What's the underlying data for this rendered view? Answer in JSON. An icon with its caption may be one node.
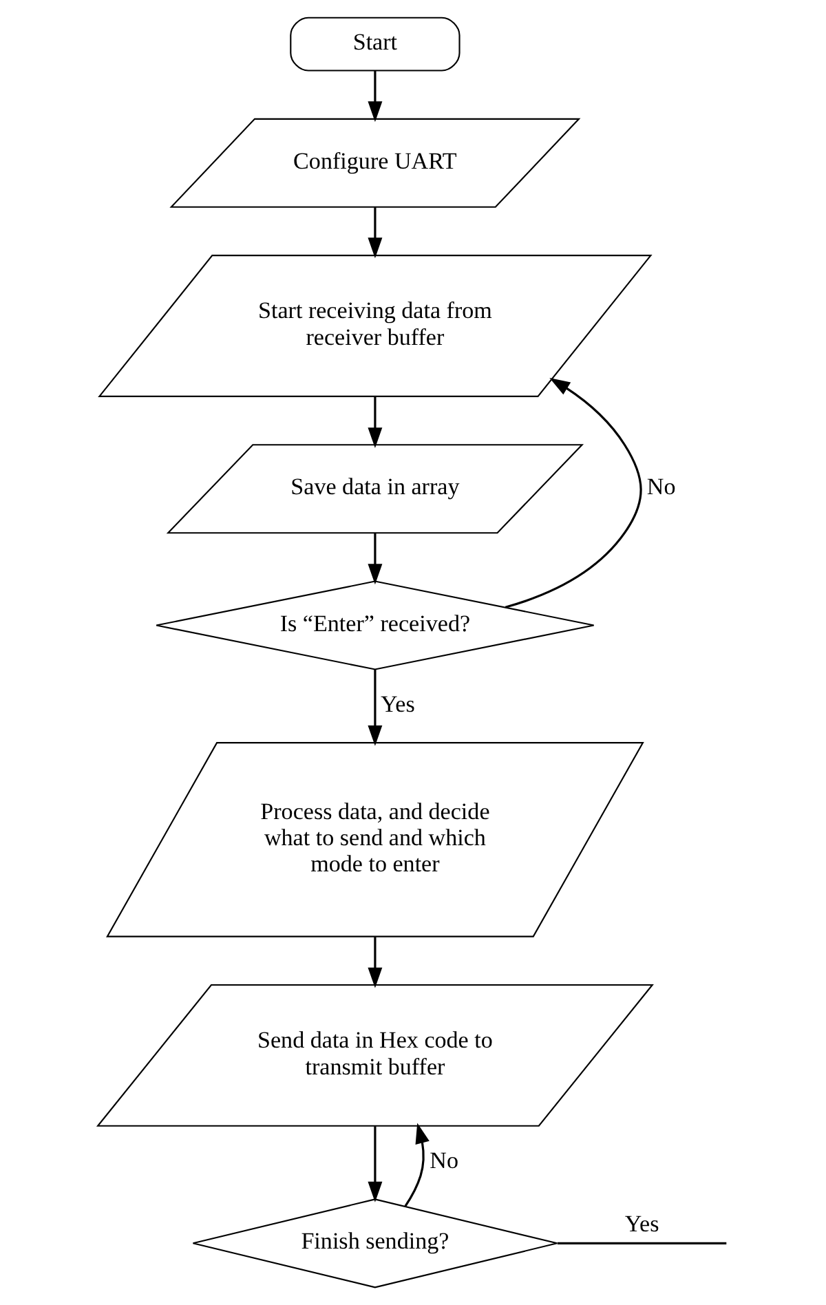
{
  "diagram": {
    "nodes": [
      {
        "text": [
          "Start"
        ]
      },
      {
        "text": [
          "Configure UART"
        ]
      },
      {
        "text": [
          "Start receiving data from receiver buffer"
        ]
      },
      {
        "text": [
          "Save data in array"
        ]
      },
      {
        "text": [
          "Is “Enter” received?"
        ]
      },
      {
        "text": [
          "Process data, and decide what to send and which mode to enter"
        ]
      },
      {
        "text": [
          "Send data in Hex code to transmit buffer"
        ]
      },
      {
        "text": [
          "Finish sending?"
        ]
      }
    ],
    "edges": [
      {
        "from": 0,
        "to": 1,
        "arrow": "to"
      },
      {
        "from": 1,
        "to": 2,
        "arrow": "to"
      },
      {
        "from": 2,
        "to": 3,
        "arrow": "to"
      },
      {
        "from": 3,
        "to": 4,
        "arrow": "to"
      },
      {
        "from": 4,
        "to": 2,
        "arrow": "to",
        "label": "No"
      },
      {
        "from": 4,
        "to": 5,
        "arrow": "to",
        "label": "Yes"
      },
      {
        "from": 5,
        "to": 6,
        "arrow": "to"
      },
      {
        "from": 6,
        "to": 7,
        "arrow": "to"
      },
      {
        "from": 7,
        "to": 6,
        "arrow": "to",
        "label": "No"
      },
      {
        "from": 7,
        "to": null,
        "arrow": "none",
        "label": "Yes"
      }
    ]
  }
}
